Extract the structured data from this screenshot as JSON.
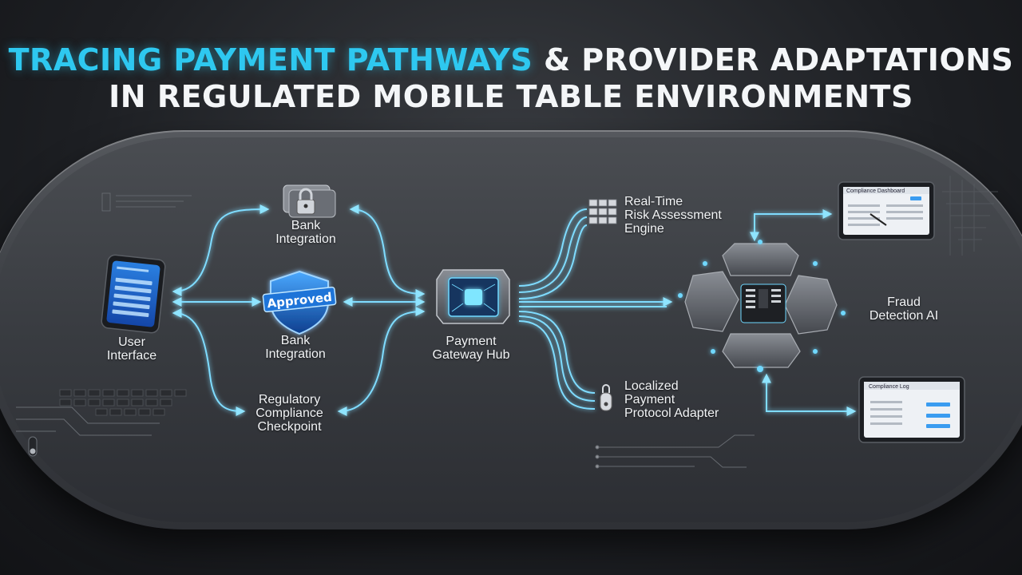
{
  "title": {
    "line1_highlight": "TRACING PAYMENT PATHWAYS",
    "line1_rest": "& PROVIDER ADAPTATIONS",
    "line2": "IN REGULATED MOBILE TABLE ENVIRONMENTS"
  },
  "nodes": {
    "user_interface": {
      "line1": "User",
      "line2": "Interface"
    },
    "bank_integration_top": {
      "line1": "Bank",
      "line2": "Integration"
    },
    "bank_integration_mid": {
      "line1": "Bank",
      "line2": "Integration"
    },
    "approved_badge": "Approved",
    "regulatory": {
      "line1": "Regulatory",
      "line2": "Compliance",
      "line3": "Checkpoint"
    },
    "gateway": {
      "line1": "Payment",
      "line2": "Gateway Hub"
    },
    "risk": {
      "line1": "Real-Time",
      "line2": "Risk Assessment",
      "line3": "Engine"
    },
    "localized": {
      "line1": "Localized",
      "line2": "Payment",
      "line3": "Protocol Adapter"
    },
    "fraud": {
      "line1": "Fraud",
      "line2": "Detection AI"
    }
  },
  "tablets": {
    "top_header": "Compliance Dashboard",
    "bottom_header": "Compliance Log"
  },
  "colors": {
    "accent": "#2ec8f0",
    "glow": "#6fd8ff",
    "board": "#3d4045"
  }
}
